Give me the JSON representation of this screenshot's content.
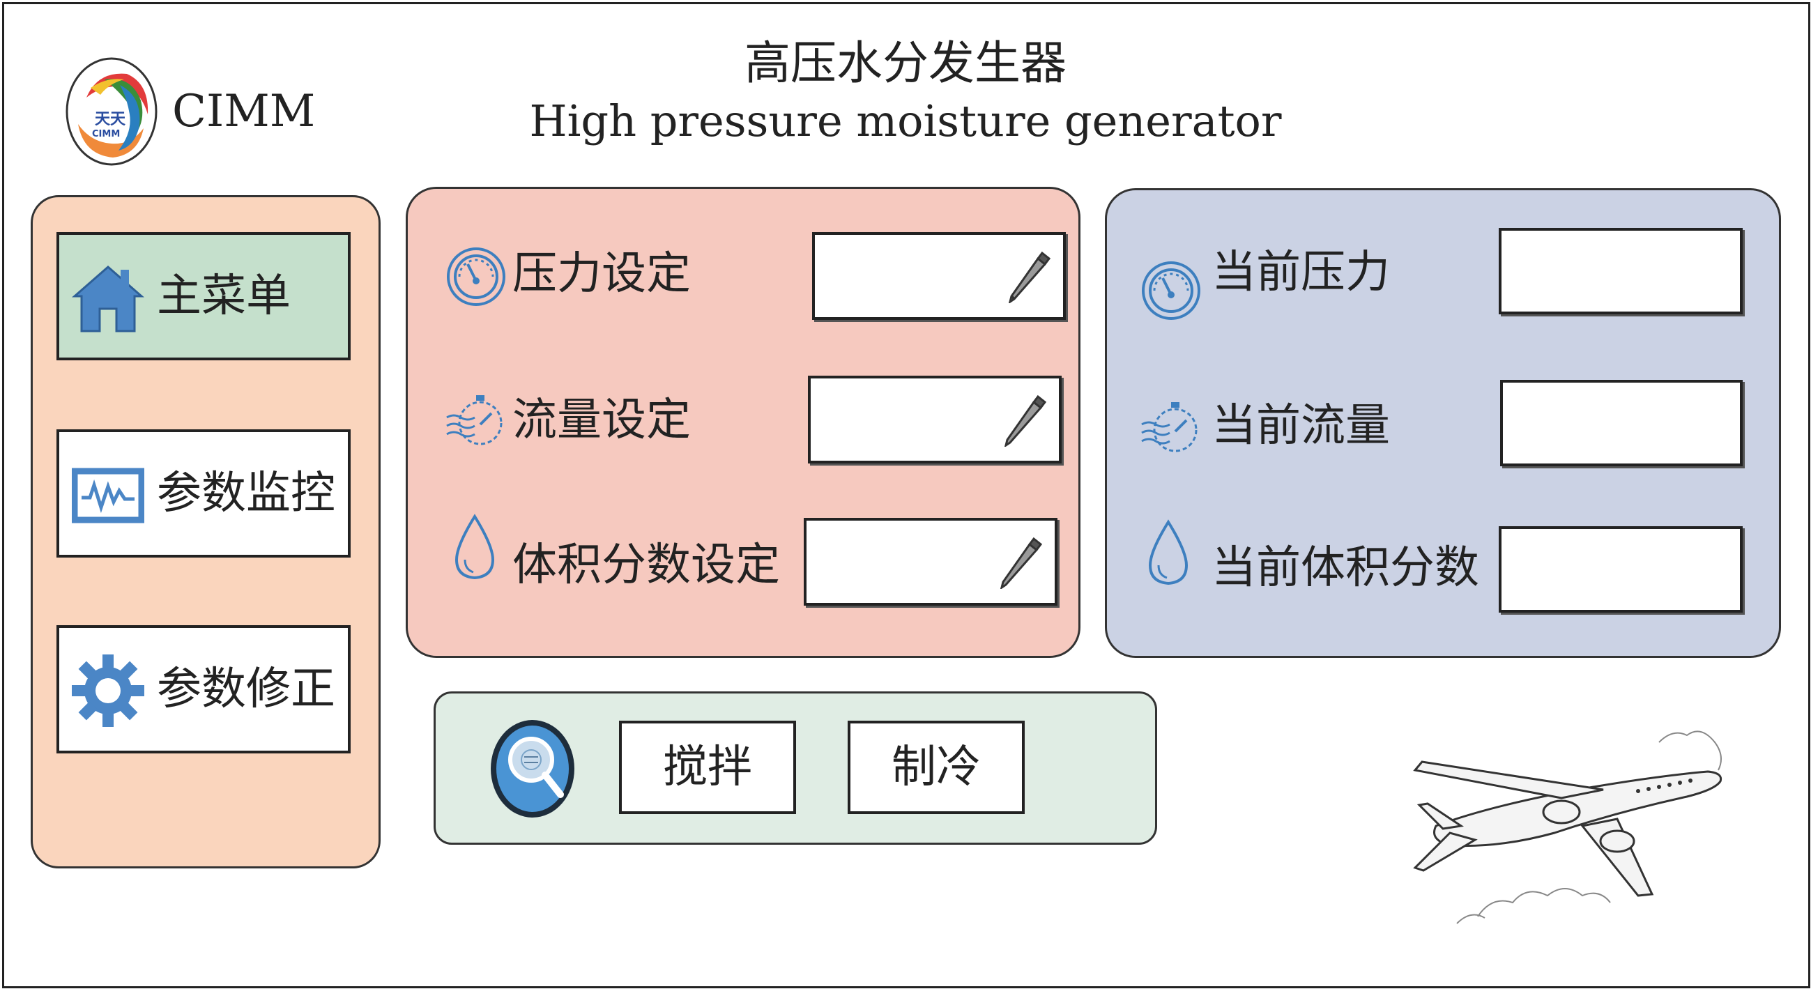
{
  "app": {
    "brand": "CIMM",
    "logo_text": "CIMM",
    "title_cn": "高压水分发生器",
    "title_en": "High pressure moisture generator"
  },
  "sidebar": {
    "items": [
      {
        "label": "主菜单",
        "icon": "home-icon",
        "active": true
      },
      {
        "label": "参数监控",
        "icon": "monitor-chart-icon",
        "active": false
      },
      {
        "label": "参数修正",
        "icon": "gear-icon",
        "active": false
      }
    ]
  },
  "setpoints": {
    "pressure": {
      "label": "压力设定",
      "icon": "pressure-gauge-icon",
      "value": "",
      "edit_icon": "pencil-icon"
    },
    "flow": {
      "label": "流量设定",
      "icon": "flow-meter-icon",
      "value": "",
      "edit_icon": "pencil-icon"
    },
    "volume_fraction": {
      "label": "体积分数设定",
      "icon": "water-drop-icon",
      "value": "",
      "edit_icon": "pencil-icon"
    }
  },
  "current": {
    "pressure": {
      "label": "当前压力",
      "icon": "pressure-gauge-icon",
      "value": ""
    },
    "flow": {
      "label": "当前流量",
      "icon": "flow-meter-icon",
      "value": ""
    },
    "volume_fraction": {
      "label": "当前体积分数",
      "icon": "water-drop-icon",
      "value": ""
    }
  },
  "controls": {
    "icon": "search-icon",
    "stir_label": "搅拌",
    "cool_label": "制冷"
  },
  "decoration": {
    "icon": "airplane-icon"
  },
  "colors": {
    "sidebar_bg": "#fad5bd",
    "active_nav": "#c5e0cc",
    "setpoint_panel": "#f6c9bf",
    "current_panel": "#cbd2e4",
    "control_panel": "#e0ede4",
    "icon_blue": "#3d7fbf"
  }
}
